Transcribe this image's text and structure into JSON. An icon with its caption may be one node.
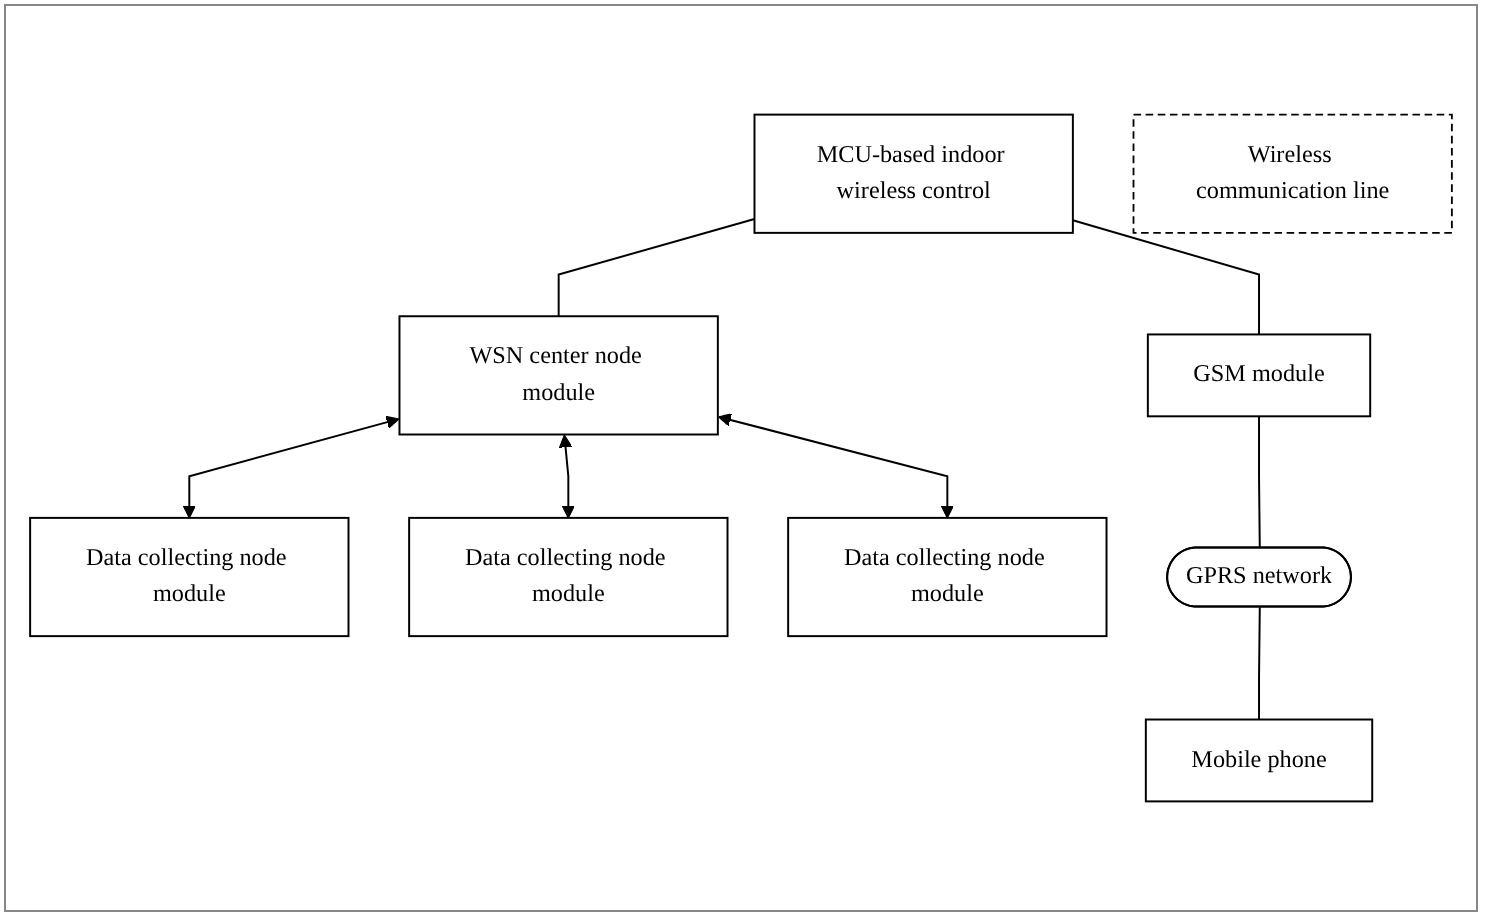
{
  "diagram": {
    "nodes": [
      {
        "text": [
          "MCU-based indoor wireless control"
        ]
      },
      {
        "text": [
          "GSM module"
        ]
      },
      {
        "text": [
          "WSN center node module"
        ]
      },
      {
        "text": [
          "GPRS network"
        ]
      },
      {
        "text": [
          "Mobile phone"
        ]
      },
      {
        "text": [
          "Wireless communication line"
        ]
      },
      {
        "text": [
          "Data collecting node module"
        ]
      },
      {
        "text": [
          "Data collecting node module"
        ]
      },
      {
        "text": [
          "Data collecting node module"
        ]
      }
    ],
    "edges": [
      {
        "from": 0,
        "to": 1,
        "arrow": "none"
      },
      {
        "from": 0,
        "to": 2,
        "arrow": "none"
      },
      {
        "from": 1,
        "to": 3,
        "arrow": "none"
      },
      {
        "from": 3,
        "to": 4,
        "arrow": "none"
      },
      {
        "from": 2,
        "to": 6,
        "arrow": "both"
      },
      {
        "from": 2,
        "to": 7,
        "arrow": "both"
      },
      {
        "from": 2,
        "to": 8,
        "arrow": "both"
      }
    ]
  }
}
